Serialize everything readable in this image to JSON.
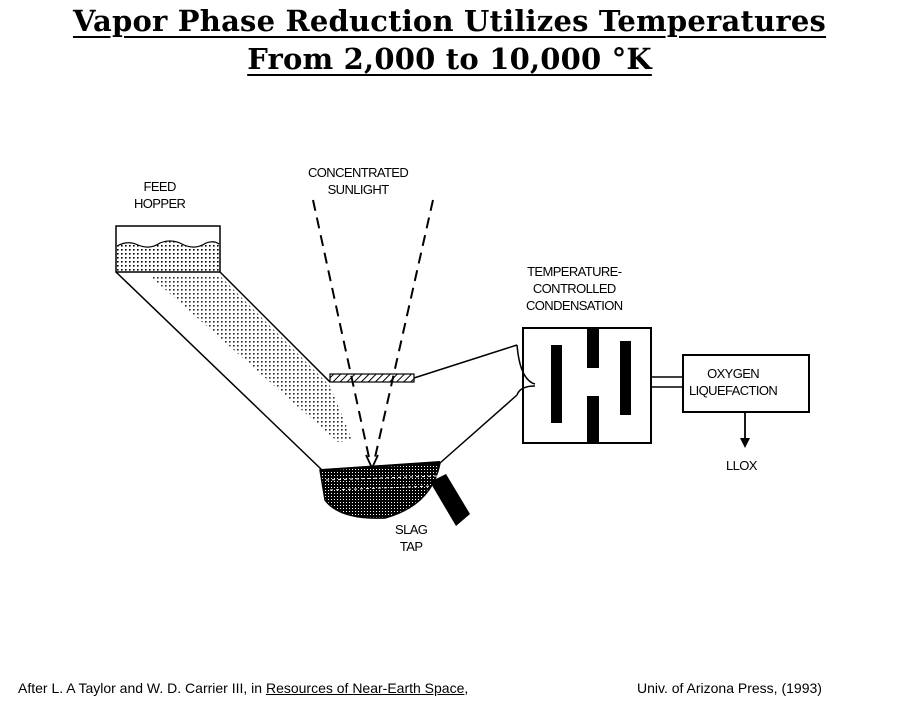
{
  "title": {
    "line1": "Vapor Phase Reduction Utilizes Temperatures",
    "line2": "From 2,000 to 10,000 °K"
  },
  "labels": {
    "feed_hopper": [
      "FEED",
      "HOPPER"
    ],
    "concentrated_sunlight": [
      "CONCENTRATED",
      "SUNLIGHT"
    ],
    "temperature_controlled": [
      "TEMPERATURE-",
      "CONTROLLED",
      "CONDENSATION"
    ],
    "oxygen_liquefaction": [
      "OXYGEN",
      "LIQUEFACTION"
    ],
    "llox": "LLOX",
    "slag_tap": [
      "SLAG",
      "TAP"
    ]
  },
  "credit": {
    "prefix": "After  L. A Taylor and W. D. Carrier III, in ",
    "book": "Resources of Near-Earth Space",
    "comma": ",",
    "publisher": "Univ. of Arizona Press, (1993)"
  }
}
